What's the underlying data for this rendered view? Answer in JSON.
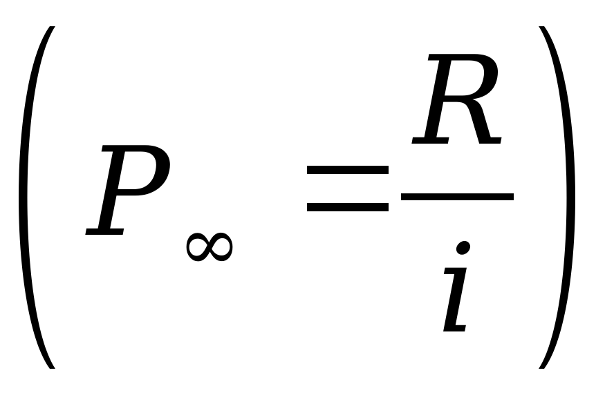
{
  "formula": {
    "variable": "P",
    "subscript": "∞",
    "equals": "=",
    "numerator": "R",
    "denominator": "i"
  },
  "colors": {
    "ink": "#000000",
    "background": "#ffffff"
  }
}
